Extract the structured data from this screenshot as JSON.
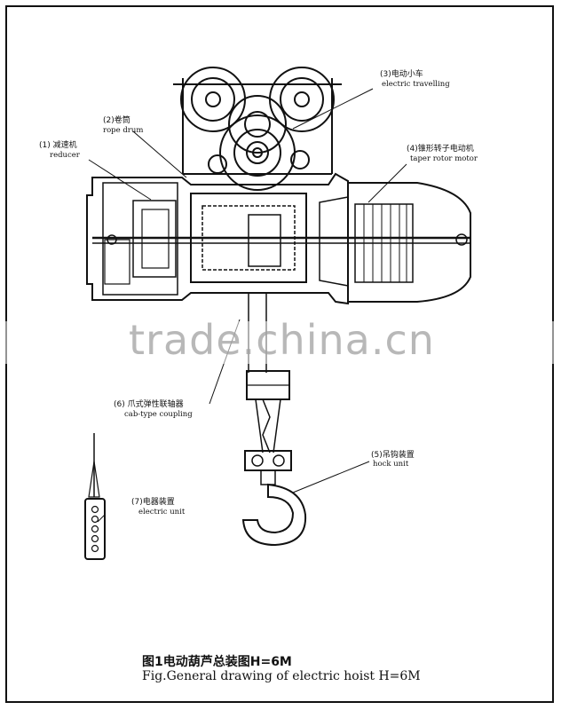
{
  "labels": {
    "electric_travelling": {
      "cn": "(3)电动小车",
      "en": "electric travelling"
    },
    "rope_drum": {
      "cn": "(2)卷筒",
      "en": "rope drum"
    },
    "reducer": {
      "cn": "(1) 减速机",
      "en": "reducer"
    },
    "taper_motor": {
      "cn": "(4)锥形转子电动机",
      "en": "taper rotor motor"
    },
    "coupling": {
      "cn": "(6) 爪式弹性联轴器",
      "en": "cab-type coupling"
    },
    "hook_unit": {
      "cn": "(5)吊钩装置",
      "en": "hock unit"
    },
    "electric_unit": {
      "cn": "(7)电器装置",
      "en": "electric unit"
    }
  },
  "caption": {
    "cn": "图1电动葫芦总装图H=6M",
    "en": "Fig.General drawing of electric hoist H=6M"
  },
  "watermark": "trade.china.cn"
}
